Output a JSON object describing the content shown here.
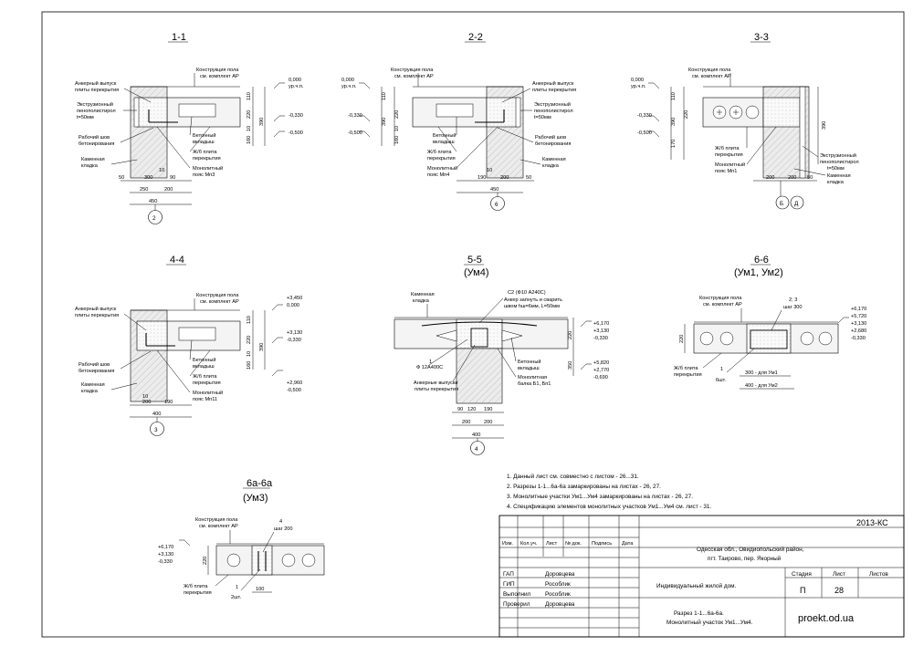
{
  "sections": {
    "s1": {
      "title": "1-1",
      "floor": "Конструкция пола",
      "floor2": "см. комплект АР",
      "anchor1": "Анкерный выпуск",
      "anchor2": "плиты перекрытия",
      "ins1": "Экструзионный",
      "ins2": "пенополистирол",
      "ins3": "t=50мм",
      "joint1": "Рабочий шов",
      "joint2": "бетонирования",
      "mas1": "Каменная",
      "mas2": "кладка",
      "ins4": "Бетонный",
      "ins5": "вкладыш",
      "slab1": "Ж/б плита",
      "slab2": "перекрытия",
      "belt1": "Монолитный",
      "belt2": "пояс Мп3",
      "lv1": "0,000",
      "lv1b": "ур.ч.п.",
      "lv2": "-0,330",
      "lv3": "-0,500",
      "d1": "50",
      "d2": "300",
      "d3": "90",
      "d4": "10",
      "d5": "250",
      "d6": "200",
      "d7": "450",
      "v1": "110",
      "v2": "220",
      "v3": "390",
      "v4": "10",
      "v5": "160",
      "axis": "2"
    },
    "s2": {
      "title": "2-2",
      "floor": "Конструкция пола",
      "floor2": "см. комплект АР",
      "lv1": "0,000",
      "lv1b": "ур.ч.п.",
      "lv2": "-0,330",
      "lv3": "-0,500",
      "anchor1": "Анкерный выпуск",
      "anchor2": "плиты перекрытия",
      "ins1": "Экструзионный",
      "ins2": "пенополистирол",
      "ins3": "t=50мм",
      "joint1": "Рабочий шов",
      "joint2": "бетонирования",
      "mas1": "Каменная",
      "mas2": "кладка",
      "ins4": "Бетонный",
      "ins5": "вкладыш",
      "slab1": "Ж/б плита",
      "slab2": "перекрытия",
      "belt1": "Монолитный",
      "belt2": "пояс Мп4",
      "d1": "10",
      "d2": "190",
      "d3": "200",
      "d4": "50",
      "d5": "450",
      "v1": "110",
      "v2": "220",
      "v3": "390",
      "v4": "10",
      "v5": "160",
      "axis": "6"
    },
    "s3": {
      "title": "3-3",
      "floor": "Конструкция пола",
      "floor2": "см. комплект АР",
      "lv1": "0,000",
      "lv1b": "ур.ч.п.",
      "lv2": "-0,330",
      "lv3": "-0,500",
      "slab1": "Ж/б плита",
      "slab2": "перекрытия",
      "belt1": "Монолитный",
      "belt2": "пояс Мп1",
      "ins1": "Экструзионный",
      "ins2": "пенополистирол",
      "ins3": "t=50мм",
      "mas1": "Каменная",
      "mas2": "кладка",
      "d1": "200",
      "d2": "200",
      "d3": "50",
      "v1": "110",
      "v2": "220",
      "v3": "390",
      "v4": "170",
      "axisA": "Б",
      "axisB": "Д"
    },
    "s4": {
      "title": "4-4",
      "floor": "Конструкция пола",
      "floor2": "см. комплект АР",
      "anchor1": "Анкерный выпуск",
      "anchor2": "плиты перекрытия",
      "joint1": "Рабочий шов",
      "joint2": "бетонирования",
      "mas1": "Каменная",
      "mas2": "кладка",
      "ins4": "Бетонный",
      "ins5": "вкладыш",
      "slab1": "Ж/б плита",
      "slab2": "перекрытия",
      "belt1": "Монолитный",
      "belt2": "пояс Мп11",
      "lv1": "+3,450",
      "lv1b": "0,000",
      "lv2": "+3,130",
      "lv2b": "-0,330",
      "lv3": "+2,960",
      "lv3b": "-0,500",
      "d1": "10",
      "d2": "200",
      "d3": "190",
      "d4": "400",
      "v1": "110",
      "v2": "220",
      "v3": "390",
      "v4": "10",
      "v5": "160",
      "axis": "3"
    },
    "s5": {
      "title": "5-5",
      "sub": "(Ум4)",
      "mas1": "Каменная",
      "mas2": "кладка",
      "c2": "С2 (Ф10 А240С)",
      "an1": "Анкер запнуть и сварить",
      "an2": "швом hш=6мм, L=50мм",
      "r1": "1",
      "r2": "Ф 12А400С",
      "anc1": "Анкерные выпуски",
      "anc2": "плиты перекрытия",
      "ins4": "Бетонный",
      "ins5": "вкладыш",
      "belt1": "Монолитная",
      "belt2": "балка Б1, Бп1",
      "lv1": "+6,170",
      "lv2": "+3,130",
      "lv3": "-0,330",
      "lv4": "+5,820",
      "lv5": "+2,770",
      "lv6": "-0,690",
      "d1": "90",
      "d2": "120",
      "d3": "190",
      "d4": "200",
      "d5": "200",
      "d6": "400",
      "v1": "220",
      "v2": "350",
      "axis": "4"
    },
    "s6": {
      "title": "6-6",
      "sub": "(Ум1, Ум2)",
      "floor": "Конструкция пола",
      "floor2": "см. комплект АР",
      "step1": "2; 3",
      "step2": "шаг 300",
      "lv1": "+6,170",
      "lv2": "+5,720",
      "lv3": "+3,130",
      "lv4": "+2,680",
      "lv5": "-0,330",
      "slab1": "Ж/б плита",
      "slab2": "перекрытия",
      "n1": "1",
      "n2": "6шт.",
      "w1": "300 - для Ум1",
      "w2": "400 - для Ум2",
      "v1": "220"
    },
    "s6a": {
      "title": "6а-6а",
      "sub": "(Ум3)",
      "floor": "Конструкция пола",
      "floor2": "см. комплект АР",
      "step1": "4",
      "step2": "шаг 200",
      "lv1": "+6,170",
      "lv2": "+3,130",
      "lv3": "-0,330",
      "slab1": "Ж/б плита",
      "slab2": "перекрытия",
      "n1": "1",
      "n2": "2шт.",
      "d1": "100",
      "v1": "220"
    }
  },
  "notes": [
    "1. Данный лист см. совместно с листом - 26...31.",
    "2. Разрезы 1-1...6а-6а замаркированы на листах - 26, 27.",
    "3. Монолитные участки Ум1...Ум4  замаркированы на листах -  26, 27.",
    "4. Спецификацию элементов монолитных участков Ум1...Ум4 см. лист - 31."
  ],
  "stamp": {
    "code": "2013-КС",
    "heads": [
      "Изм.",
      "Кол.уч.",
      "Лист",
      "№ док.",
      "Подпись",
      "Дата"
    ],
    "addr1": "Одесская обл., Овидиопольский район,",
    "addr2": "пгт. Таирово, пер. Якорный",
    "roles": [
      {
        "role": "ГАП",
        "name": "Доровцева"
      },
      {
        "role": "ГИП",
        "name": "Рособлик"
      },
      {
        "role": "Выполнил",
        "name": "Рособлик"
      },
      {
        "role": "Проверил",
        "name": "Доровцева"
      }
    ],
    "object": "Индивидуальный жилой дом.",
    "stage_h": "Стадия",
    "sheet_h": "Лист",
    "sheets_h": "Листов",
    "stage": "П",
    "sheet": "28",
    "sheets": "",
    "title1": "Разрез 1-1...6а-6а.",
    "title2": "Монолитный участок Ум1...Ум4.",
    "site": "proekt.od.ua"
  }
}
